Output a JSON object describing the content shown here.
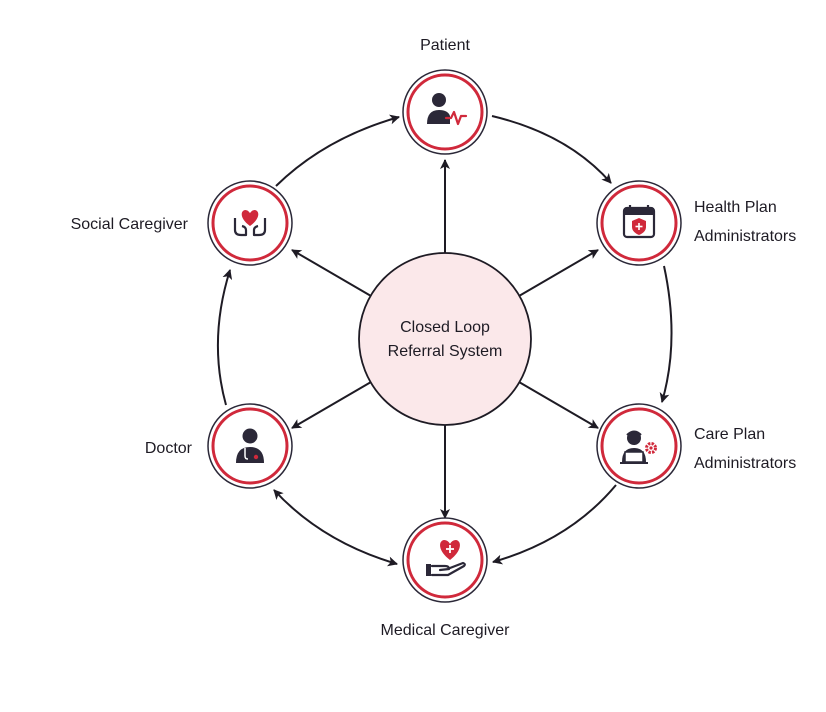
{
  "center": {
    "line1": "Closed Loop",
    "line2": "Referral System"
  },
  "nodes": {
    "patient": {
      "label": "Patient",
      "icon": "patient-heartbeat-icon"
    },
    "health_plan": {
      "line1": "Health Plan",
      "line2": "Administrators",
      "icon": "calendar-shield-icon"
    },
    "care_plan": {
      "line1": "Care Plan",
      "line2": "Administrators",
      "icon": "person-laptop-gear-icon"
    },
    "medical": {
      "label": "Medical Caregiver",
      "icon": "hand-heart-cross-icon"
    },
    "doctor": {
      "label": "Doctor",
      "icon": "doctor-stethoscope-icon"
    },
    "social": {
      "label": "Social Caregiver",
      "icon": "hands-heart-icon"
    }
  },
  "colors": {
    "accent": "#d0293b",
    "icon_dark": "#2b2838",
    "center_fill": "#fbe8ea",
    "line": "#1e1b24"
  }
}
